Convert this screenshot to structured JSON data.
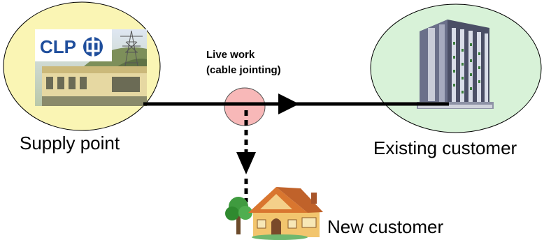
{
  "diagram": {
    "supply_point_label": "Supply point",
    "existing_customer_label": "Existing customer",
    "new_customer_label": "New customer",
    "live_work_line1": "Live work",
    "live_work_line2": "(cable jointing)",
    "logo_text": "CLP",
    "colors": {
      "supply_ellipse": "#FAF5B4",
      "customer_ellipse": "#D8F2D8",
      "joint_circle": "#F8B8B8",
      "cable": "#000000",
      "logo_blue": "#1F4E9C"
    }
  }
}
